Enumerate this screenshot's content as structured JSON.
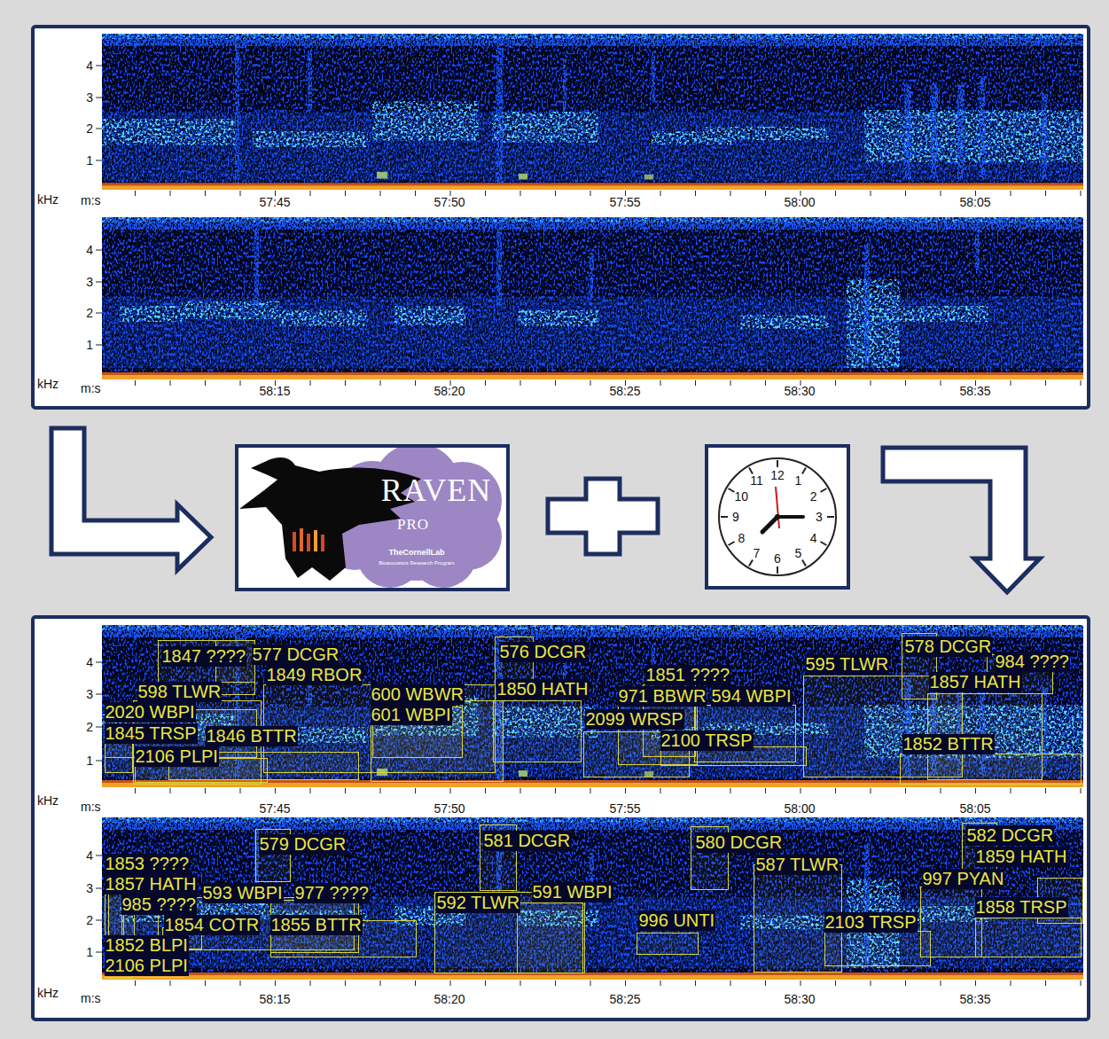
{
  "diagram": {
    "nodes": [
      {
        "text": [
          "1847 ????"
        ]
      },
      {
        "text": [
          "577 DCGR"
        ]
      },
      {
        "text": [
          "1849 RBOR"
        ]
      },
      {
        "text": [
          "2020 WBPI"
        ]
      },
      {
        "text": [
          "598 TLWR"
        ]
      },
      {
        "text": [
          "1845 TRSP"
        ]
      },
      {
        "text": [
          "1846 BTTR"
        ]
      },
      {
        "text": [
          "2106 PLPI"
        ]
      },
      {
        "text": [
          "600 WBWR"
        ]
      },
      {
        "text": [
          "601 WBPI"
        ]
      },
      {
        "text": [
          "576 DCGR"
        ]
      },
      {
        "text": [
          "1850 HATH"
        ]
      },
      {
        "text": [
          "1851 ????"
        ]
      },
      {
        "text": [
          "971 BBWR"
        ]
      },
      {
        "text": [
          "594 WBPI"
        ]
      },
      {
        "text": [
          "2099 WRSP"
        ]
      },
      {
        "text": [
          "2100 TRSP"
        ]
      },
      {
        "text": [
          "595 TLWR"
        ]
      },
      {
        "text": [
          "578 DCGR"
        ]
      },
      {
        "text": [
          "1857 HATH"
        ]
      },
      {
        "text": [
          "984 ????"
        ]
      },
      {
        "text": [
          "1852 BTTR"
        ]
      },
      {
        "text": [
          "1853 ????"
        ]
      },
      {
        "text": [
          "1857 HATH"
        ]
      },
      {
        "text": [
          "579 DCGR"
        ]
      },
      {
        "text": [
          "985 ????"
        ]
      },
      {
        "text": [
          "593 WBPI"
        ]
      },
      {
        "text": [
          "977 ????"
        ]
      },
      {
        "text": [
          "1854 COTR"
        ]
      },
      {
        "text": [
          "1855 BTTR"
        ]
      },
      {
        "text": [
          "1852 BLPI"
        ]
      },
      {
        "text": [
          "2106 PLPI"
        ]
      },
      {
        "text": [
          "581 DCGR"
        ]
      },
      {
        "text": [
          "592 TLWR"
        ]
      },
      {
        "text": [
          "591 WBPI"
        ]
      },
      {
        "text": [
          "996 UNTI"
        ]
      },
      {
        "text": [
          "580 DCGR"
        ]
      },
      {
        "text": [
          "587 TLWR"
        ]
      },
      {
        "text": [
          "2103 TRSP"
        ]
      },
      {
        "text": [
          "997 PYAN"
        ]
      },
      {
        "text": [
          "582 DCGR"
        ]
      },
      {
        "text": [
          "1859 HATH"
        ]
      },
      {
        "text": [
          "1858 TRSP"
        ]
      }
    ],
    "labels": [
      "4",
      "3",
      "2",
      "1",
      "kHz",
      "m:s",
      "57:45",
      "57:50",
      "57:55",
      "58:00",
      "58:05",
      "4",
      "3",
      "2",
      "1",
      "kHz",
      "m:s",
      "58:15",
      "58:20",
      "58:25",
      "58:30",
      "58:35",
      "4",
      "3",
      "2",
      "1",
      "kHz",
      "m:s",
      "57:45",
      "57:50",
      "57:55",
      "58:00",
      "58:05",
      "4",
      "3",
      "2",
      "1",
      "kHz",
      "m:s",
      "58:15",
      "58:20",
      "58:25",
      "58:30",
      "58:35",
      "RAVEN",
      "PRO",
      "TheCornellLab",
      "Bioacoustics Research Program",
      "12",
      "1",
      "2",
      "3",
      "4",
      "5",
      "6",
      "7",
      "8",
      "9",
      "10",
      "11"
    ]
  }
}
